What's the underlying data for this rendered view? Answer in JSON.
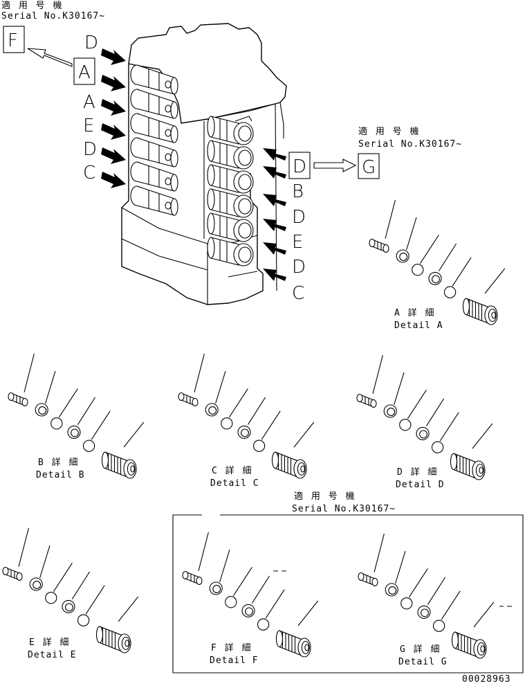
{
  "notes": {
    "top_left": {
      "jp": "適 用 号 機",
      "serial": "Serial No.K30167~"
    },
    "right": {
      "jp": "適 用 号 機",
      "serial": "Serial No.K30167~"
    },
    "middle": {
      "jp": "適 用 号 機",
      "serial": "Serial No.K30167~"
    }
  },
  "view_boxes": {
    "F": "F",
    "A": "A",
    "D": "D",
    "G": "G"
  },
  "left_letters": [
    "D",
    "A",
    "E",
    "D",
    "C"
  ],
  "right_letters": [
    "B",
    "D",
    "E",
    "D",
    "C"
  ],
  "details": {
    "A": {
      "jp": "A 詳 細",
      "en": "Detail A"
    },
    "B": {
      "jp": "B 詳 細",
      "en": "Detail B"
    },
    "C": {
      "jp": "C 詳 細",
      "en": "Detail C"
    },
    "D": {
      "jp": "D 詳 細",
      "en": "Detail D"
    },
    "E": {
      "jp": "E 詳 細",
      "en": "Detail E"
    },
    "F": {
      "jp": "F 詳 細",
      "en": "Detail F"
    },
    "G": {
      "jp": "G 詳 細",
      "en": "Detail G"
    }
  },
  "drawing_number": "00028963"
}
